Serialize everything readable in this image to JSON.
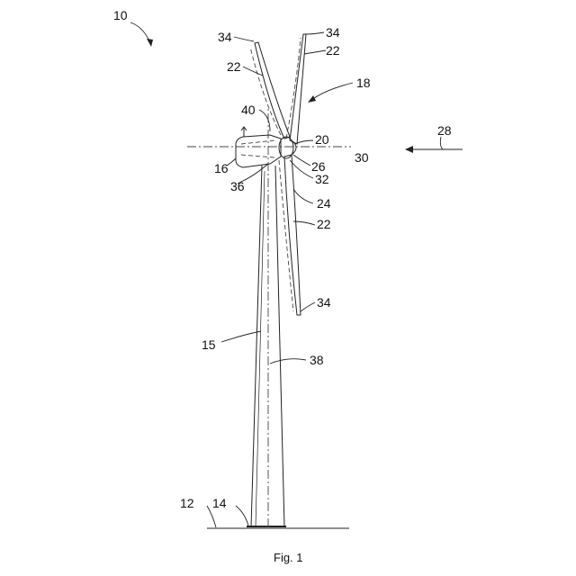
{
  "figure": {
    "caption": "Fig. 1",
    "labels": {
      "ref_10": "10",
      "ref_12": "12",
      "ref_14": "14",
      "ref_15": "15",
      "ref_16": "16",
      "ref_18": "18",
      "ref_20": "20",
      "ref_22_top": "22",
      "ref_22_left": "22",
      "ref_22_lower": "22",
      "ref_24": "24",
      "ref_26": "26",
      "ref_28": "28",
      "ref_30": "30",
      "ref_32": "32",
      "ref_34_left": "34",
      "ref_34_top": "34",
      "ref_34_lower": "34",
      "ref_36": "36",
      "ref_38": "38",
      "ref_40": "40"
    }
  }
}
